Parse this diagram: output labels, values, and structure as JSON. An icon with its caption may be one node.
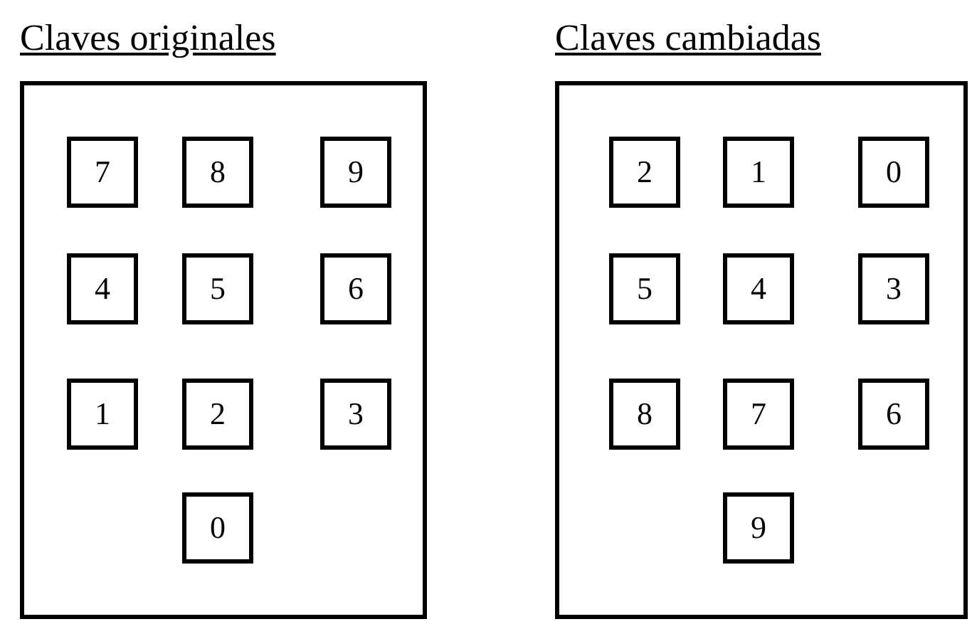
{
  "diagram": {
    "nodes": [
      {
        "text": [
          "Claves originales"
        ]
      },
      {
        "text": [
          "7"
        ],
        "in": 0
      },
      {
        "text": [
          "8"
        ],
        "in": 0
      },
      {
        "text": [
          "9"
        ],
        "in": 0
      },
      {
        "text": [
          "4"
        ],
        "in": 0
      },
      {
        "text": [
          "5"
        ],
        "in": 0
      },
      {
        "text": [
          "6"
        ],
        "in": 0
      },
      {
        "text": [
          "1"
        ],
        "in": 0
      },
      {
        "text": [
          "2"
        ],
        "in": 0
      },
      {
        "text": [
          "3"
        ],
        "in": 0
      },
      {
        "text": [
          "0"
        ],
        "in": 0
      },
      {
        "text": [
          "Claves cambiadas"
        ]
      },
      {
        "text": [
          "2"
        ],
        "in": 11
      },
      {
        "text": [
          "1"
        ],
        "in": 11
      },
      {
        "text": [
          "0"
        ],
        "in": 11
      },
      {
        "text": [
          "5"
        ],
        "in": 11
      },
      {
        "text": [
          "4"
        ],
        "in": 11
      },
      {
        "text": [
          "3"
        ],
        "in": 11
      },
      {
        "text": [
          "8"
        ],
        "in": 11
      },
      {
        "text": [
          "7"
        ],
        "in": 11
      },
      {
        "text": [
          "6"
        ],
        "in": 11
      },
      {
        "text": [
          "9"
        ],
        "in": 11
      }
    ]
  }
}
